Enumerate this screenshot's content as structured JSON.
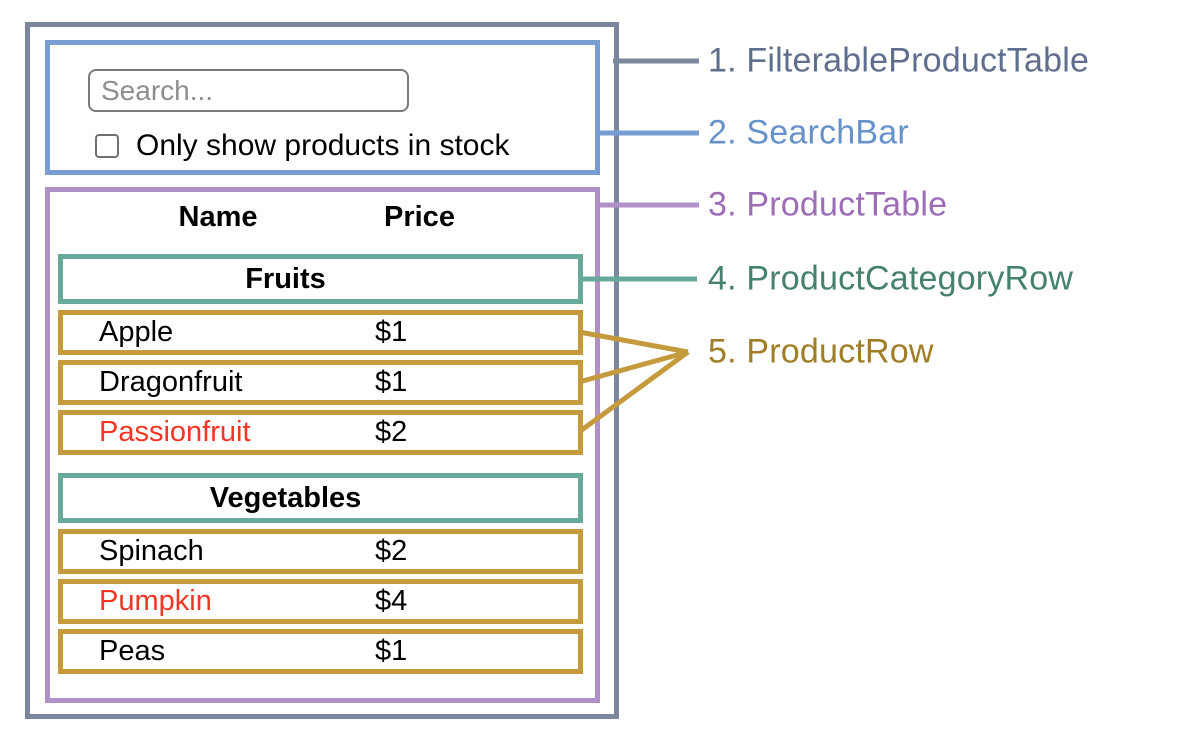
{
  "search_bar": {
    "placeholder": "Search...",
    "checkbox_label": "Only show products in stock"
  },
  "product_table": {
    "headers": {
      "name": "Name",
      "price": "Price"
    },
    "groups": [
      {
        "category": "Fruits",
        "rows": [
          {
            "name": "Apple",
            "price": "$1",
            "name_red": false
          },
          {
            "name": "Dragonfruit",
            "price": "$1",
            "name_red": false
          },
          {
            "name": "Passionfruit",
            "price": "$2",
            "name_red": true
          }
        ]
      },
      {
        "category": "Vegetables",
        "rows": [
          {
            "name": "Spinach",
            "price": "$2",
            "name_red": false
          },
          {
            "name": "Pumpkin",
            "price": "$4",
            "name_red": true
          },
          {
            "name": "Peas",
            "price": "$1",
            "name_red": false
          }
        ]
      }
    ]
  },
  "legend": [
    {
      "text": "1. FilterableProductTable",
      "color": "#5f6e8c"
    },
    {
      "text": "2. SearchBar",
      "color": "#6692c9"
    },
    {
      "text": "3. ProductTable",
      "color": "#9c6db6"
    },
    {
      "text": "4. ProductCategoryRow",
      "color": "#46806f"
    },
    {
      "text": "5. ProductRow",
      "color": "#a07e28"
    }
  ],
  "colors": {
    "outer_border": "#7b879c",
    "search_border": "#779dd2",
    "table_border": "#b18fc7",
    "category_border": "#67aa9c",
    "row_border": "#c49a3d",
    "red_text": "#f13626"
  }
}
